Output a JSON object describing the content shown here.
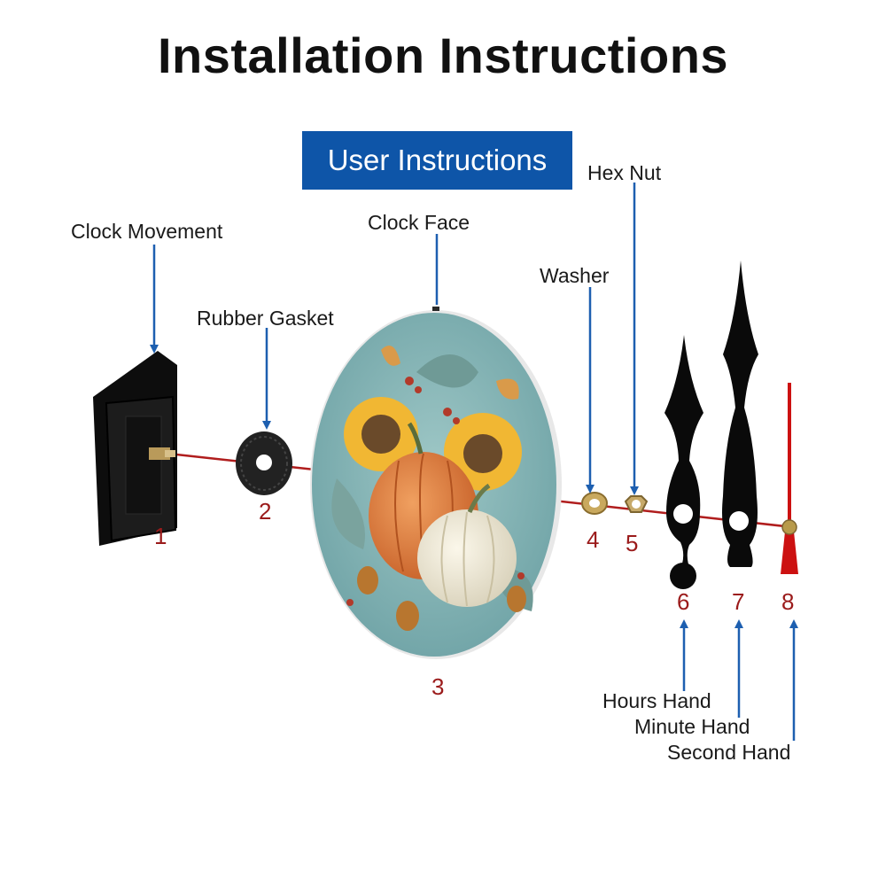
{
  "title": "Installation Instructions",
  "badge": "User Instructions",
  "parts": [
    {
      "number": "1",
      "label": "Clock Movement"
    },
    {
      "number": "2",
      "label": "Rubber Gasket"
    },
    {
      "number": "3",
      "label": "Clock Face"
    },
    {
      "number": "4",
      "label": "Washer"
    },
    {
      "number": "5",
      "label": "Hex Nut"
    },
    {
      "number": "6",
      "label": "Hours Hand"
    },
    {
      "number": "7",
      "label": "Minute Hand"
    },
    {
      "number": "8",
      "label": "Second Hand"
    }
  ],
  "colors": {
    "badge": "#0e55a8",
    "arrow": "#1d5fb0",
    "numbers": "#9b1b1b",
    "axis": "#b01d1d",
    "face_background": "#7fb2b4",
    "second_hand": "#cc1111"
  }
}
